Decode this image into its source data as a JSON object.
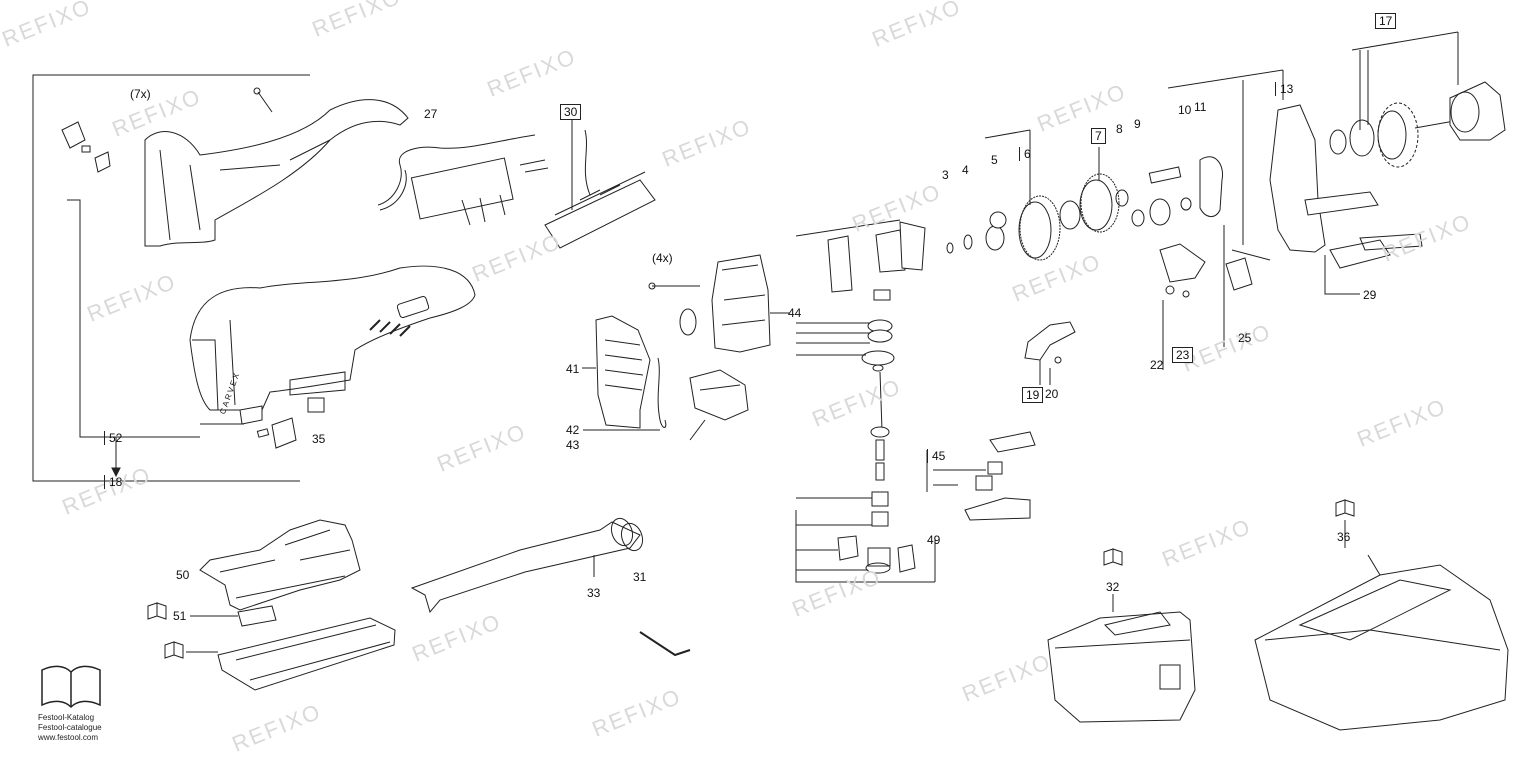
{
  "watermark": "REFIXO",
  "labels": {
    "multiplier_7x": "(7x)",
    "multiplier_4x": "(4x)",
    "p3": "3",
    "p4": "4",
    "p5": "5",
    "p6": "6",
    "p7": "7",
    "p8": "8",
    "p9": "9",
    "p10": "10",
    "p11": "11",
    "p13": "13",
    "p17": "17",
    "p18": "18",
    "p19": "19",
    "p20": "20",
    "p22": "22",
    "p23": "23",
    "p25": "25",
    "p27": "27",
    "p29": "29",
    "p30": "30",
    "p31": "31",
    "p32": "32",
    "p33": "33",
    "p35": "35",
    "p36": "36",
    "p41": "41",
    "p42": "42",
    "p43": "43",
    "p44": "44",
    "p45": "45",
    "p49": "49",
    "p50": "50",
    "p51": "51",
    "p52": "52"
  },
  "catalog": {
    "line1": "Festool-Katalog",
    "line2": "Festool-catalogue",
    "line3": "www.festool.com"
  },
  "housing_lettering": "CARVEX",
  "colors": {
    "line": "#222222",
    "watermark": "#d9d9d9",
    "fill": "#ffffff",
    "shade": "#e8e8e8"
  }
}
